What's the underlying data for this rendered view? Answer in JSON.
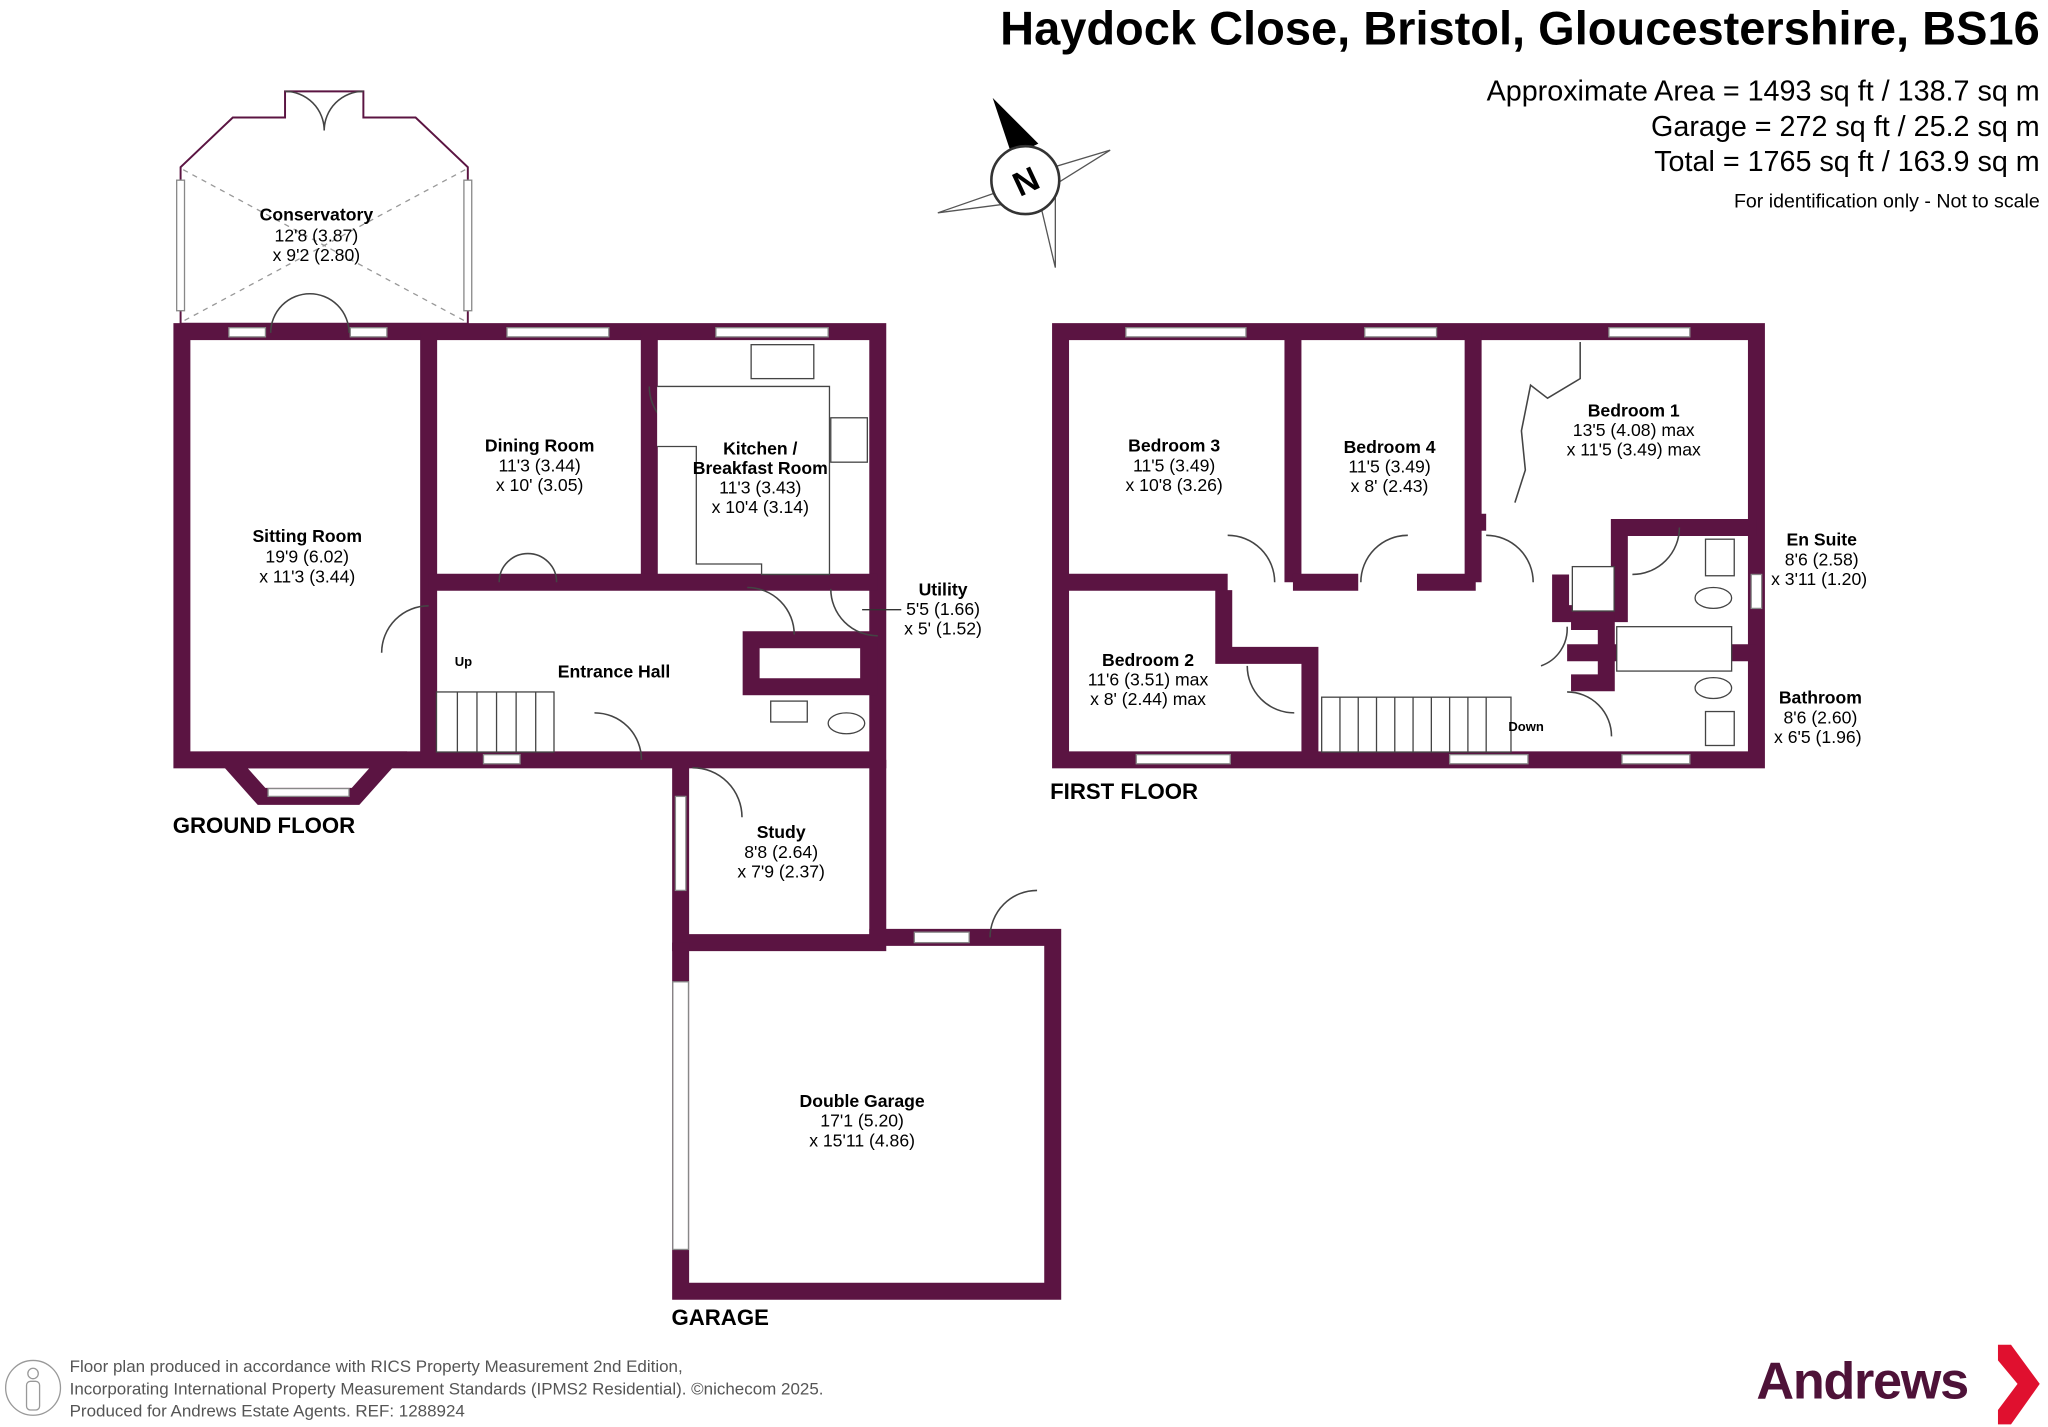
{
  "header": {
    "title": "Haydock Close, Bristol, Gloucestershire, BS16",
    "approx_area": "Approximate Area = 1493 sq ft / 138.7 sq m",
    "garage_area": "Garage = 272 sq ft / 25.2 sq m",
    "total_area": "Total = 1765 sq ft / 163.9 sq m",
    "note": "For identification only - Not to scale"
  },
  "compass": {
    "label": "N"
  },
  "floors": {
    "ground": "GROUND FLOOR",
    "first": "FIRST FLOOR",
    "garage": "GARAGE"
  },
  "stairs": {
    "up": "Up",
    "down": "Down"
  },
  "rooms": {
    "conservatory": {
      "name": "Conservatory",
      "d1": "12'8 (3.87)",
      "d2": "x 9'2 (2.80)"
    },
    "sitting": {
      "name": "Sitting Room",
      "d1": "19'9 (6.02)",
      "d2": "x 11'3 (3.44)"
    },
    "dining": {
      "name": "Dining Room",
      "d1": "11'3 (3.44)",
      "d2": "x 10' (3.05)"
    },
    "kitchen": {
      "name": "Kitchen /",
      "name2": "Breakfast Room",
      "d1": "11'3 (3.43)",
      "d2": "x 10'4 (3.14)"
    },
    "utility": {
      "name": "Utility",
      "d1": "5'5 (1.66)",
      "d2": "x 5' (1.52)"
    },
    "hall": {
      "name": "Entrance Hall"
    },
    "study": {
      "name": "Study",
      "d1": "8'8 (2.64)",
      "d2": "x 7'9 (2.37)"
    },
    "garage": {
      "name": "Double Garage",
      "d1": "17'1 (5.20)",
      "d2": "x 15'11 (4.86)"
    },
    "bed3": {
      "name": "Bedroom 3",
      "d1": "11'5 (3.49)",
      "d2": "x 10'8 (3.26)"
    },
    "bed4": {
      "name": "Bedroom 4",
      "d1": "11'5 (3.49)",
      "d2": "x 8' (2.43)"
    },
    "bed1": {
      "name": "Bedroom 1",
      "d1": "13'5 (4.08) max",
      "d2": "x 11'5 (3.49) max"
    },
    "ensuite": {
      "name": "En Suite",
      "d1": "8'6 (2.58)",
      "d2": "x 3'11 (1.20)"
    },
    "bed2": {
      "name": "Bedroom 2",
      "d1": "11'6 (3.51) max",
      "d2": "x 8' (2.44) max"
    },
    "bathroom": {
      "name": "Bathroom",
      "d1": "8'6 (2.60)",
      "d2": "x 6'5 (1.96)"
    }
  },
  "footer": {
    "line1": "Floor plan produced in accordance with RICS Property Measurement 2nd Edition,",
    "line2": "Incorporating International Property Measurement Standards (IPMS2 Residential).   ©nichecom 2025.",
    "line3": "Produced for Andrews Estate Agents.   REF: 1288924"
  },
  "logo": {
    "text": "Andrews"
  },
  "colors": {
    "wall": "#5b1442",
    "logo_text": "#4e1238",
    "logo_chevron": "#e0102f"
  }
}
